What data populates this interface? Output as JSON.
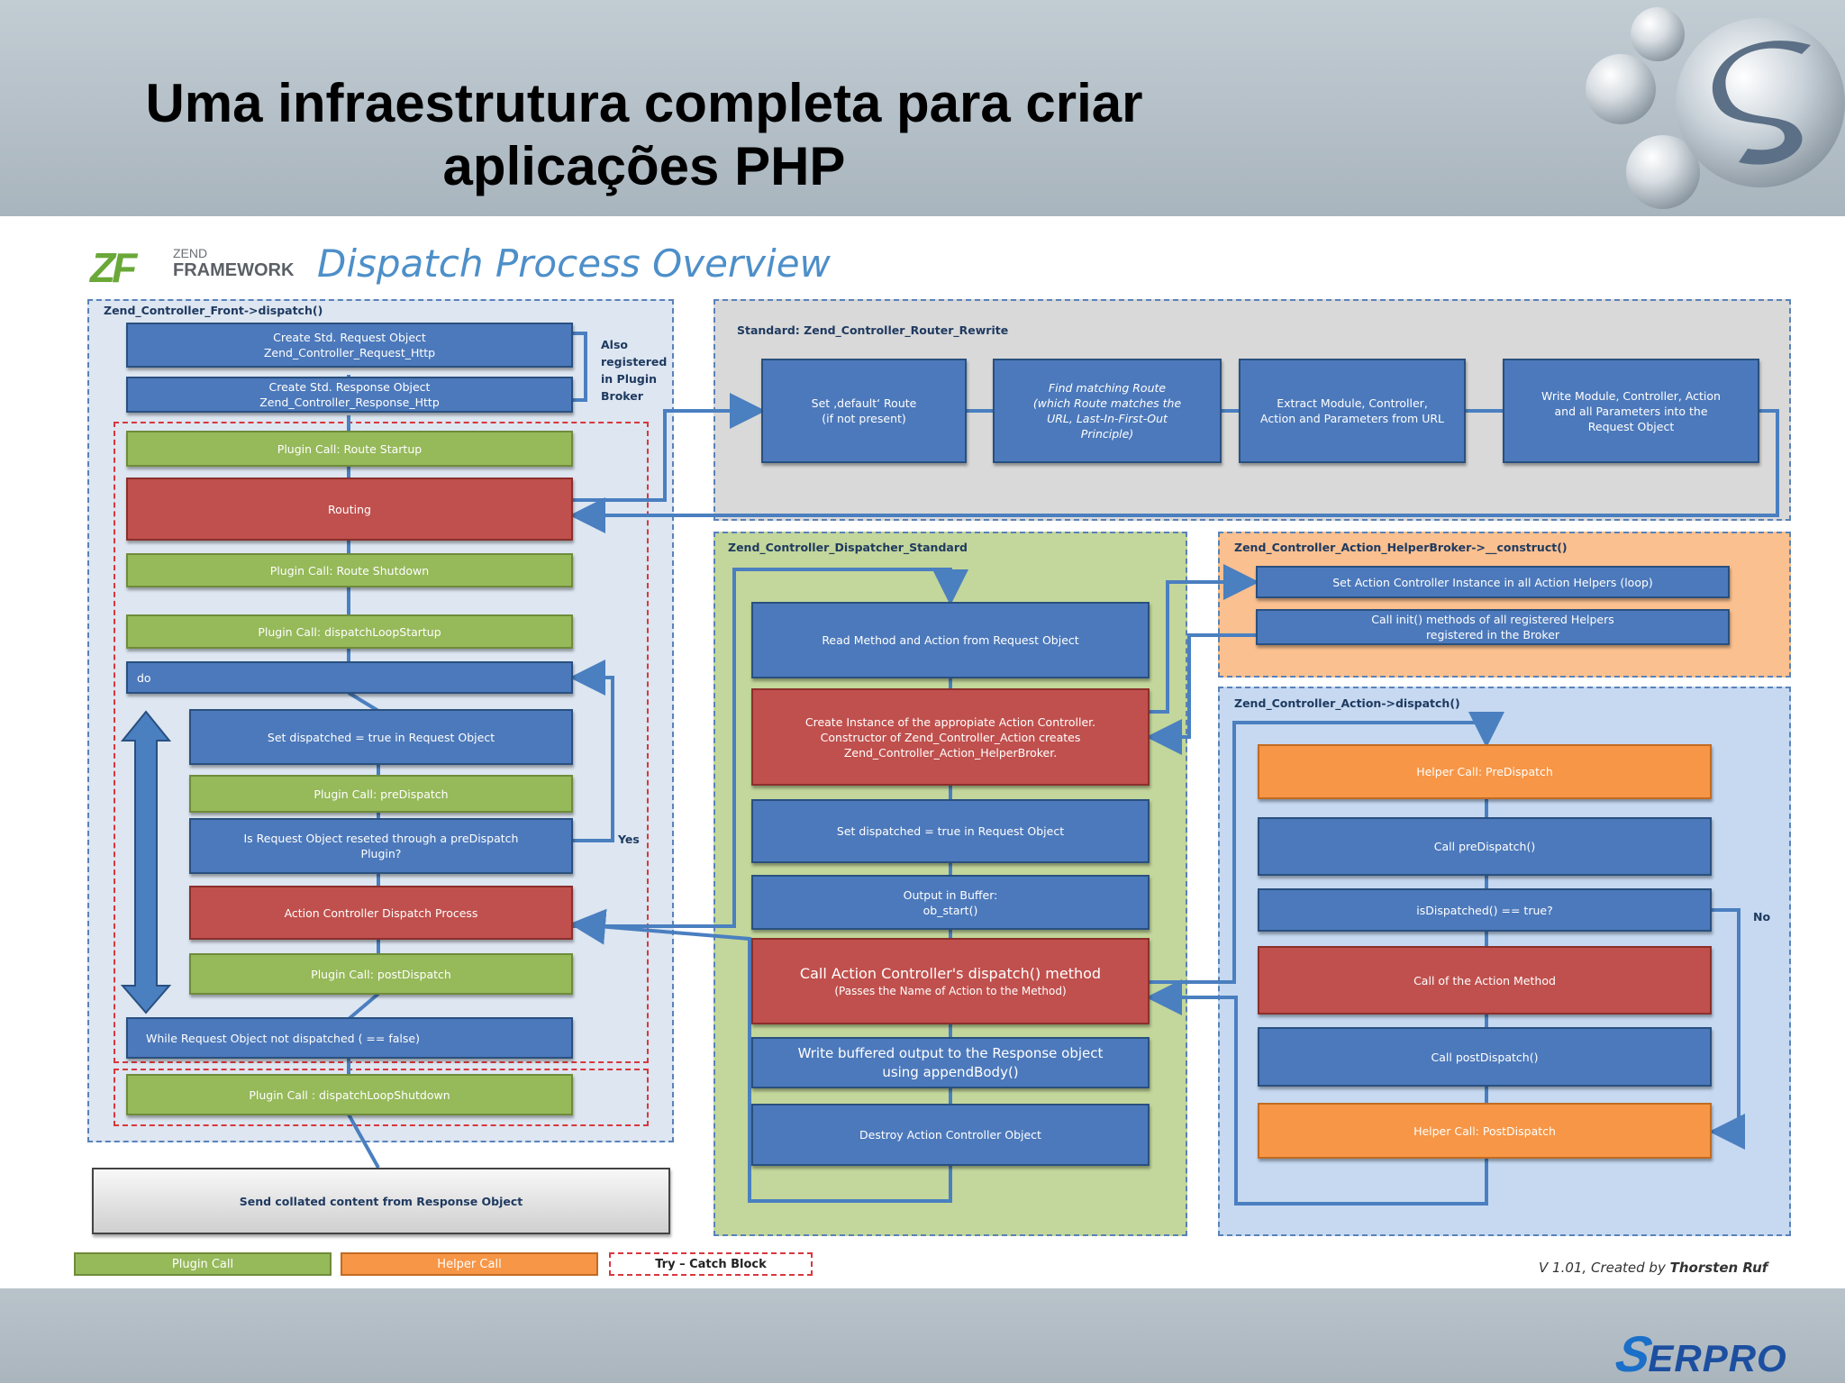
{
  "header": {
    "title_line1": "Uma infraestrutura completa para criar",
    "title_line2": "aplicações PHP"
  },
  "logo": {
    "mark": "ZF",
    "line1": "ZEND",
    "line2": "FRAMEWORK",
    "diagram_title": "Dispatch Process Overview"
  },
  "front": {
    "label": "Zend_Controller_Front->dispatch()",
    "create_request": "Create Std. Request Object\nZend_Controller_Request_Http",
    "create_response": "Create Std. Response Object\nZend_Controller_Response_Http",
    "also_registered": "Also\nregistered\nin Plugin\nBroker",
    "route_startup": "Plugin Call: Route Startup",
    "routing": "Routing",
    "route_shutdown": "Plugin Call: Route Shutdown",
    "dispatch_loop_startup": "Plugin Call: dispatchLoopStartup",
    "do": "do",
    "set_dispatched": "Set  dispatched = true  in Request Object",
    "pre_dispatch": "Plugin Call: preDispatch",
    "is_reseted": "Is Request Object reseted through  a preDispatch\nPlugin?",
    "yes": "Yes",
    "action_controller_dispatch": "Action Controller Dispatch Process",
    "post_dispatch": "Plugin Call: postDispatch",
    "while": "While Request Object not dispatched   ( == false)",
    "dispatch_loop_shutdown": "Plugin Call : dispatchLoopShutdown",
    "send_content": "Send collated content from Response Object"
  },
  "router": {
    "label": "Standard: Zend_Controller_Router_Rewrite",
    "set_default": "Set ‚default‘ Route\n(if not present)",
    "find_matching": "Find matching Route\n(which Route matches the\nURL,  Last-In-First-Out\nPrinciple)",
    "extract": "Extract Module, Controller,\nAction and Parameters from URL",
    "write": "Write Module, Controller, Action\nand all Parameters into the\nRequest Object"
  },
  "dispatcher": {
    "label": "Zend_Controller_Dispatcher_Standard",
    "read_method": "Read Method and Action from Request Object",
    "create_instance": "Create  Instance of the appropiate Action Controller.\nConstructor of Zend_Controller_Action creates\nZend_Controller_Action_HelperBroker.",
    "set_dispatched": "Set dispatched  = true  in  Request Object",
    "output_buffer": "Output in Buffer:\nob_start()",
    "call_dispatch": "Call Action Controller's dispatch() method",
    "call_dispatch_sub": "(Passes the Name of Action to  the Method)",
    "write_buffered": "Write buffered output to the Response object\nusing appendBody()",
    "destroy": "Destroy Action Controller Object"
  },
  "helper_broker": {
    "label": "Zend_Controller_Action_HelperBroker->__construct()",
    "set_instance": "Set Action Controller Instance in all Action Helpers (loop)",
    "call_init": "Call init() methods of all registered Helpers\nregistered in the Broker"
  },
  "action_dispatch": {
    "label": "Zend_Controller_Action->dispatch()",
    "helper_pre": "Helper Call: PreDispatch",
    "call_pre": "Call preDispatch()",
    "is_dispatched": "isDispatched() ==  true?",
    "no": "No",
    "call_action": "Call of the Action Method",
    "call_post": "Call postDispatch()",
    "helper_post": "Helper Call: PostDispatch"
  },
  "legend": {
    "plugin": "Plugin Call",
    "helper": "Helper Call",
    "try": "Try – Catch Block"
  },
  "credit": {
    "prefix": "V 1.01, Created by",
    "author": "Thorsten Ruf"
  },
  "footer": {
    "brand": "SERPRO"
  },
  "colors": {
    "blue_box": "#4c79bb",
    "green_box": "#96b95a",
    "red_box": "#c0504d",
    "orange_box": "#f79646",
    "connector": "#4a7fc0"
  }
}
